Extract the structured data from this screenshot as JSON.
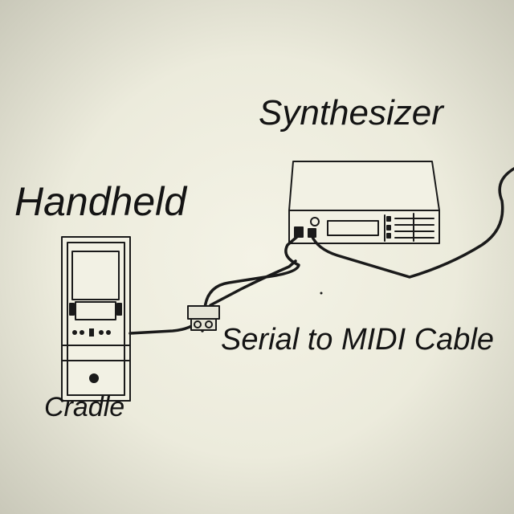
{
  "labels": {
    "synthesizer": "Synthesizer",
    "handheld": "Handheld",
    "cradle": "Cradle",
    "cable": "Serial to MIDI Cable"
  },
  "colors": {
    "ink": "#141414",
    "paper": "#ecebdc"
  }
}
